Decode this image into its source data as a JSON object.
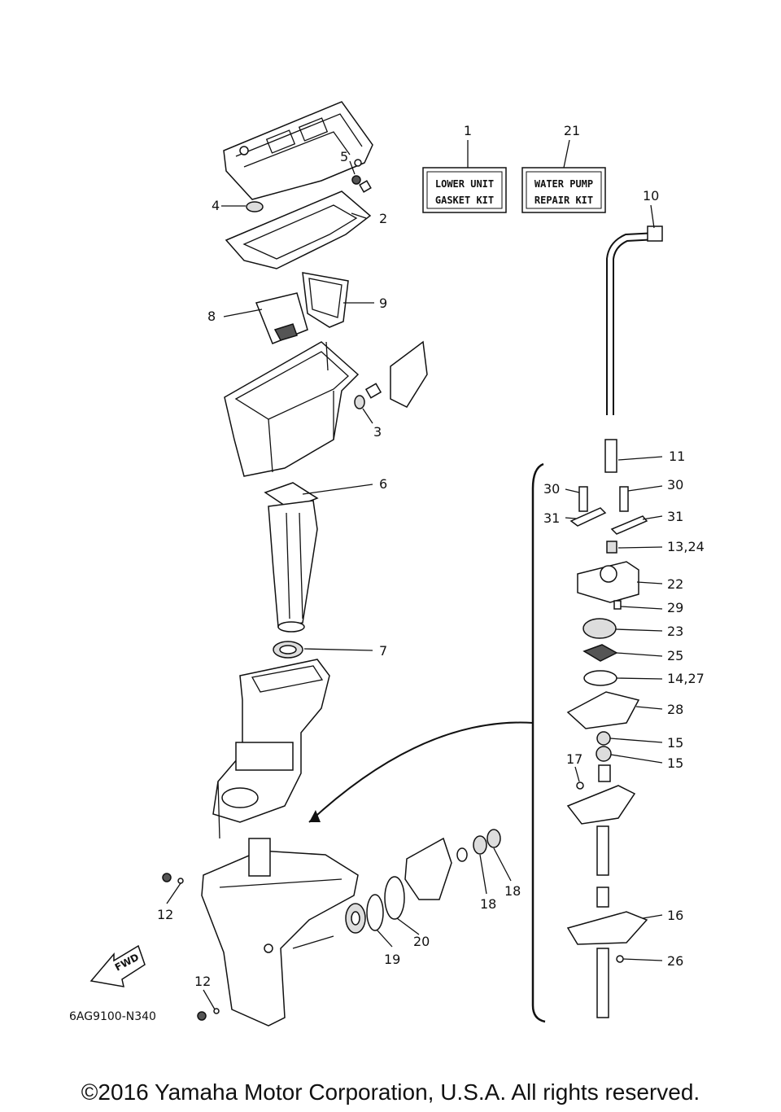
{
  "kits": {
    "lower_unit": {
      "number": "1",
      "line1": "LOWER UNIT",
      "line2": "GASKET KIT"
    },
    "water_pump": {
      "number": "21",
      "line1": "WATER PUMP",
      "line2": "REPAIR KIT"
    }
  },
  "callouts": {
    "c2": "2",
    "c3": "3",
    "c4": "4",
    "c5": "5",
    "c6": "6",
    "c7": "7",
    "c8": "8",
    "c9": "9",
    "c10": "10",
    "c11": "11",
    "c12a": "12",
    "c12b": "12",
    "c13": "13,24",
    "c14": "14,27",
    "c15a": "15",
    "c15b": "15",
    "c16": "16",
    "c17": "17",
    "c18a": "18",
    "c18b": "18",
    "c19": "19",
    "c20": "20",
    "c22": "22",
    "c23": "23",
    "c25": "25",
    "c26": "26",
    "c28": "28",
    "c29": "29",
    "c30a": "30",
    "c30b": "30",
    "c31a": "31",
    "c31b": "31"
  },
  "fwd_label": "FWD",
  "diagram_code": "6AG9100-N340",
  "copyright": "©2016 Yamaha Motor Corporation, U.S.A. All rights reserved."
}
